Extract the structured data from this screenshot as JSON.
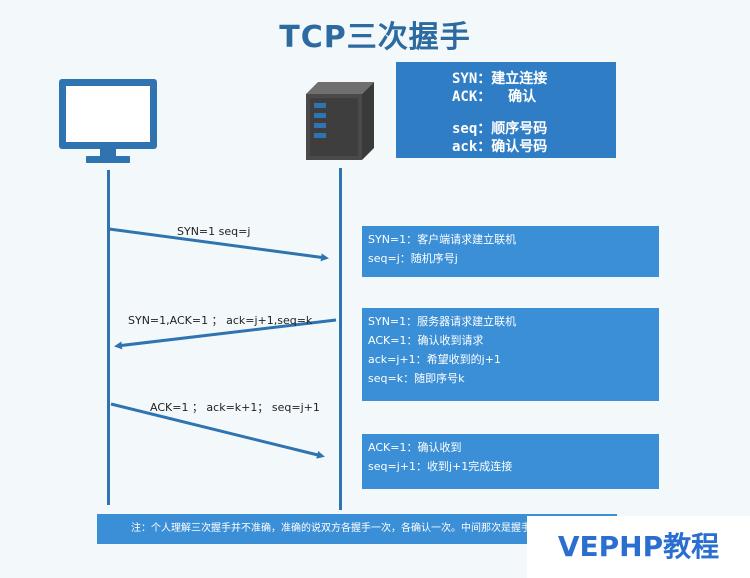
{
  "title": "TCP三次握手",
  "legend": {
    "syn": "SYN：建立连接",
    "ack": "ACK：  确认",
    "seq": "seq：顺序号码",
    "ack_num": "ack：确认号码"
  },
  "messages": [
    {
      "label": "SYN=1  seq=j"
    },
    {
      "label": "SYN=1,ACK=1 ； ack=j+1,seq=k"
    },
    {
      "label": "ACK=1 ； ack=k+1； seq=j+1"
    }
  ],
  "boxes": [
    {
      "lines": [
        "SYN=1：客户端请求建立联机",
        "seq=j：随机序号j"
      ]
    },
    {
      "lines": [
        "SYN=1：服务器请求建立联机",
        "ACK=1：确认收到请求",
        "ack=j+1：希望收到的j+1",
        "seq=k：随即序号k"
      ]
    },
    {
      "lines": [
        "ACK=1：确认收到",
        "seq=j+1：收到j+1完成连接"
      ]
    }
  ],
  "note": "注：个人理解三次握手并不准确，准确的说双方各握手一次，各确认一次。中间那次是握手和确认的合并",
  "watermark": "VEPHP教程",
  "colors": {
    "accent": "#2f73b0",
    "box": "#3b8fd6",
    "title": "#2c6aa0"
  }
}
